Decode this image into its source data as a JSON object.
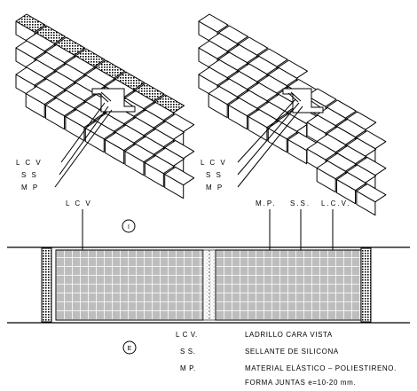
{
  "wall_labels": {
    "lcv": "L C V",
    "ss": "S S",
    "mp": "M P"
  },
  "section_labels": {
    "left": "L C V",
    "mp": "M.P.",
    "ss": "S.S.",
    "lcv": "L.C.V."
  },
  "markers": {
    "interior": "I",
    "exterior": "E"
  },
  "legend": [
    {
      "abbr": "L C V.",
      "desc": "LADRILLO CARA VISTA"
    },
    {
      "abbr": "S S.",
      "desc": "SELLANTE DE SILICONA"
    },
    {
      "abbr": "M P.",
      "desc": "MATERIAL ELÁSTICO – POLIESTIRENO."
    }
  ],
  "legend_note": "FORMA JUNTAS  e=10-20 mm."
}
